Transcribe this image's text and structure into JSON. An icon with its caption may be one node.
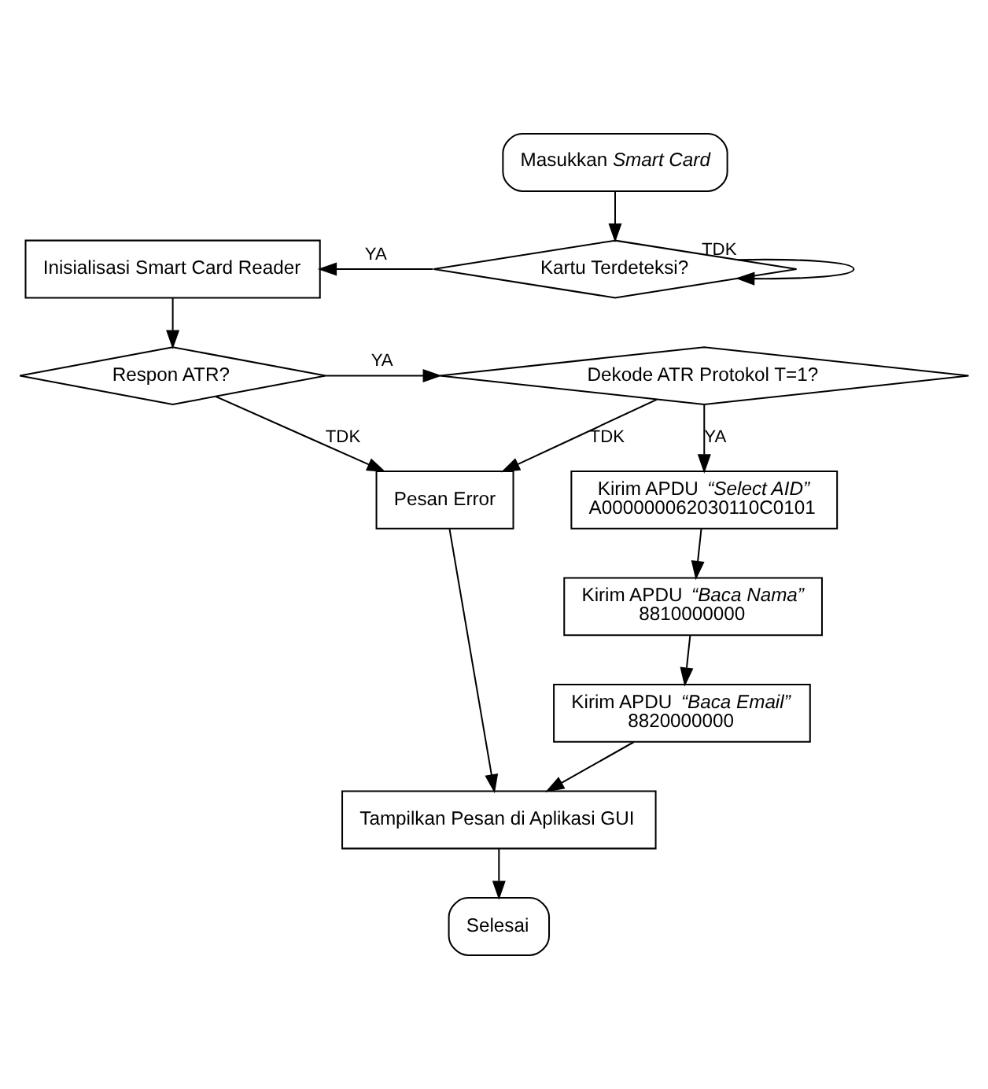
{
  "diagram": {
    "nodes": [
      {
        "text": [
          "Masukkan *Smart Card*"
        ]
      },
      {
        "text": [
          "Kartu Terdeteksi?"
        ]
      },
      {
        "text": [
          "Inisialisasi Smart Card Reader"
        ]
      },
      {
        "text": [
          "Respon ATR?"
        ]
      },
      {
        "text": [
          "Dekode ATR Protokol T=1?"
        ]
      },
      {
        "text": [
          "Kirim APDU *“Select AID”*",
          "A000000062030110C0101"
        ]
      },
      {
        "text": [
          "Kirim APDU *“Baca Nama”*",
          "8810000000"
        ]
      },
      {
        "text": [
          "Kirim APDU *“Baca Email”*",
          "8820000000"
        ]
      },
      {
        "text": [
          "Pesan Error"
        ]
      },
      {
        "text": [
          "Tampilkan Pesan di Aplikasi GUI"
        ]
      },
      {
        "text": [
          "Selesai"
        ]
      }
    ],
    "edges": [
      {
        "from": 0,
        "to": 1,
        "arrow": "to"
      },
      {
        "from": 1,
        "to": 1,
        "arrow": "to",
        "label": "TDK"
      },
      {
        "from": 1,
        "to": 2,
        "arrow": "to",
        "label": "YA"
      },
      {
        "from": 2,
        "to": 3,
        "arrow": "to"
      },
      {
        "from": 3,
        "to": 4,
        "arrow": "to",
        "label": "YA"
      },
      {
        "from": 3,
        "to": 8,
        "arrow": "to",
        "label": "TDK"
      },
      {
        "from": 4,
        "to": 5,
        "arrow": "to",
        "label": "YA"
      },
      {
        "from": 4,
        "to": 8,
        "arrow": "to",
        "label": "TDK"
      },
      {
        "from": 5,
        "to": 6,
        "arrow": "to"
      },
      {
        "from": 6,
        "to": 7,
        "arrow": "to"
      },
      {
        "from": 7,
        "to": 9,
        "arrow": "to"
      },
      {
        "from": 8,
        "to": 9,
        "arrow": "to"
      },
      {
        "from": 9,
        "to": 10,
        "arrow": "to"
      }
    ]
  }
}
